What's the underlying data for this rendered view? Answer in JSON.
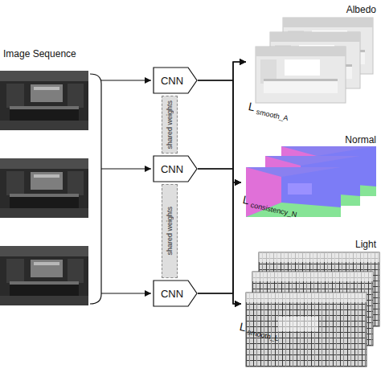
{
  "diagram": {
    "nodes": [
      {
        "text": [
          "CNN"
        ]
      },
      {
        "text": [
          "shared weights"
        ]
      },
      {
        "text": [
          "CNN"
        ]
      },
      {
        "text": [
          "shared weights"
        ]
      },
      {
        "text": [
          "CNN"
        ]
      },
      {
        "text": [
          "Albedo"
        ]
      },
      {
        "text": [
          "Normal"
        ]
      },
      {
        "text": [
          "Light"
        ]
      }
    ],
    "edges": [
      {
        "from": 0,
        "to": 5,
        "arrow": "to"
      },
      {
        "from": 0,
        "to": 6,
        "arrow": "to"
      },
      {
        "from": 0,
        "to": 7,
        "arrow": "to"
      },
      {
        "from": 2,
        "to": 5,
        "arrow": "to"
      },
      {
        "from": 2,
        "to": 6,
        "arrow": "to"
      },
      {
        "from": 2,
        "to": 7,
        "arrow": "to"
      },
      {
        "from": 4,
        "to": 5,
        "arrow": "to"
      },
      {
        "from": 4,
        "to": 6,
        "arrow": "to"
      },
      {
        "from": 4,
        "to": 7,
        "arrow": "to"
      }
    ],
    "labels": [
      "Image Sequence",
      "L",
      "smooth_A",
      "L",
      "consistency_N",
      "L",
      "smooth_L"
    ]
  }
}
